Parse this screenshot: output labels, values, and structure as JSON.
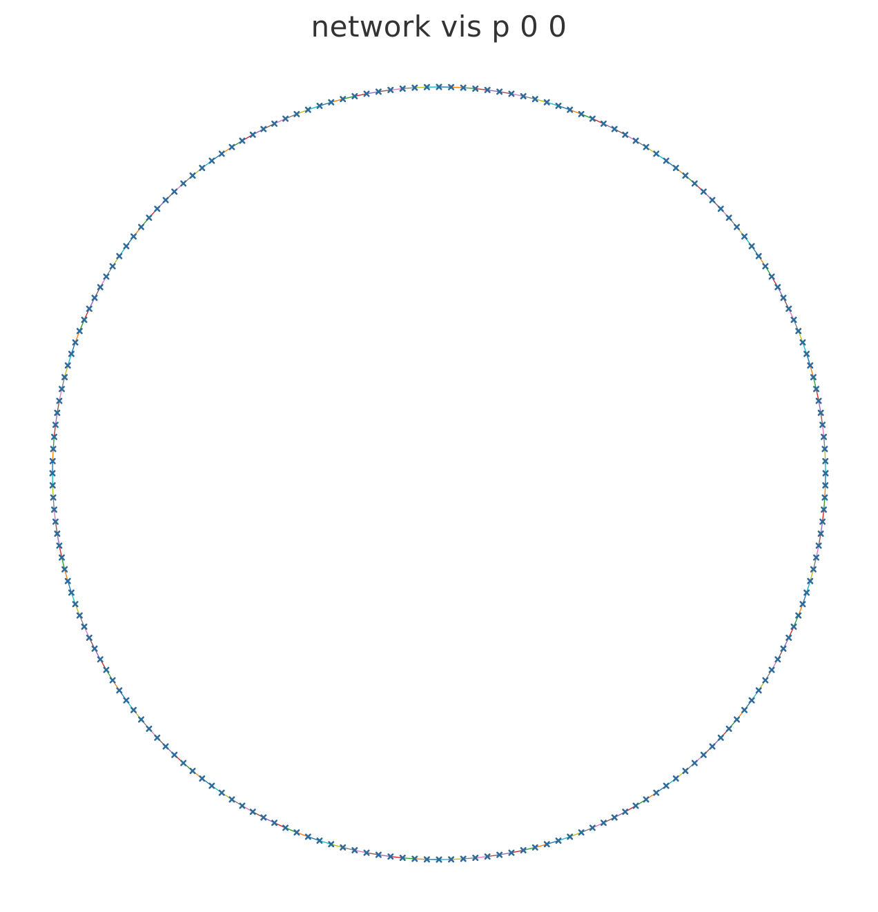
{
  "title": "network vis p 0 0",
  "network": {
    "layout": "circular",
    "node_count": 200,
    "edge_type": "ring (adjacent nodes connected)",
    "node_marker": "x",
    "node_color": "#2f6b9a",
    "edge_colors": [
      "#1f77b4",
      "#ff7f0e",
      "#2ca02c",
      "#d62728",
      "#9467bd",
      "#8c564b",
      "#e377c2",
      "#7f7f7f",
      "#bcbd22",
      "#17becf"
    ]
  }
}
